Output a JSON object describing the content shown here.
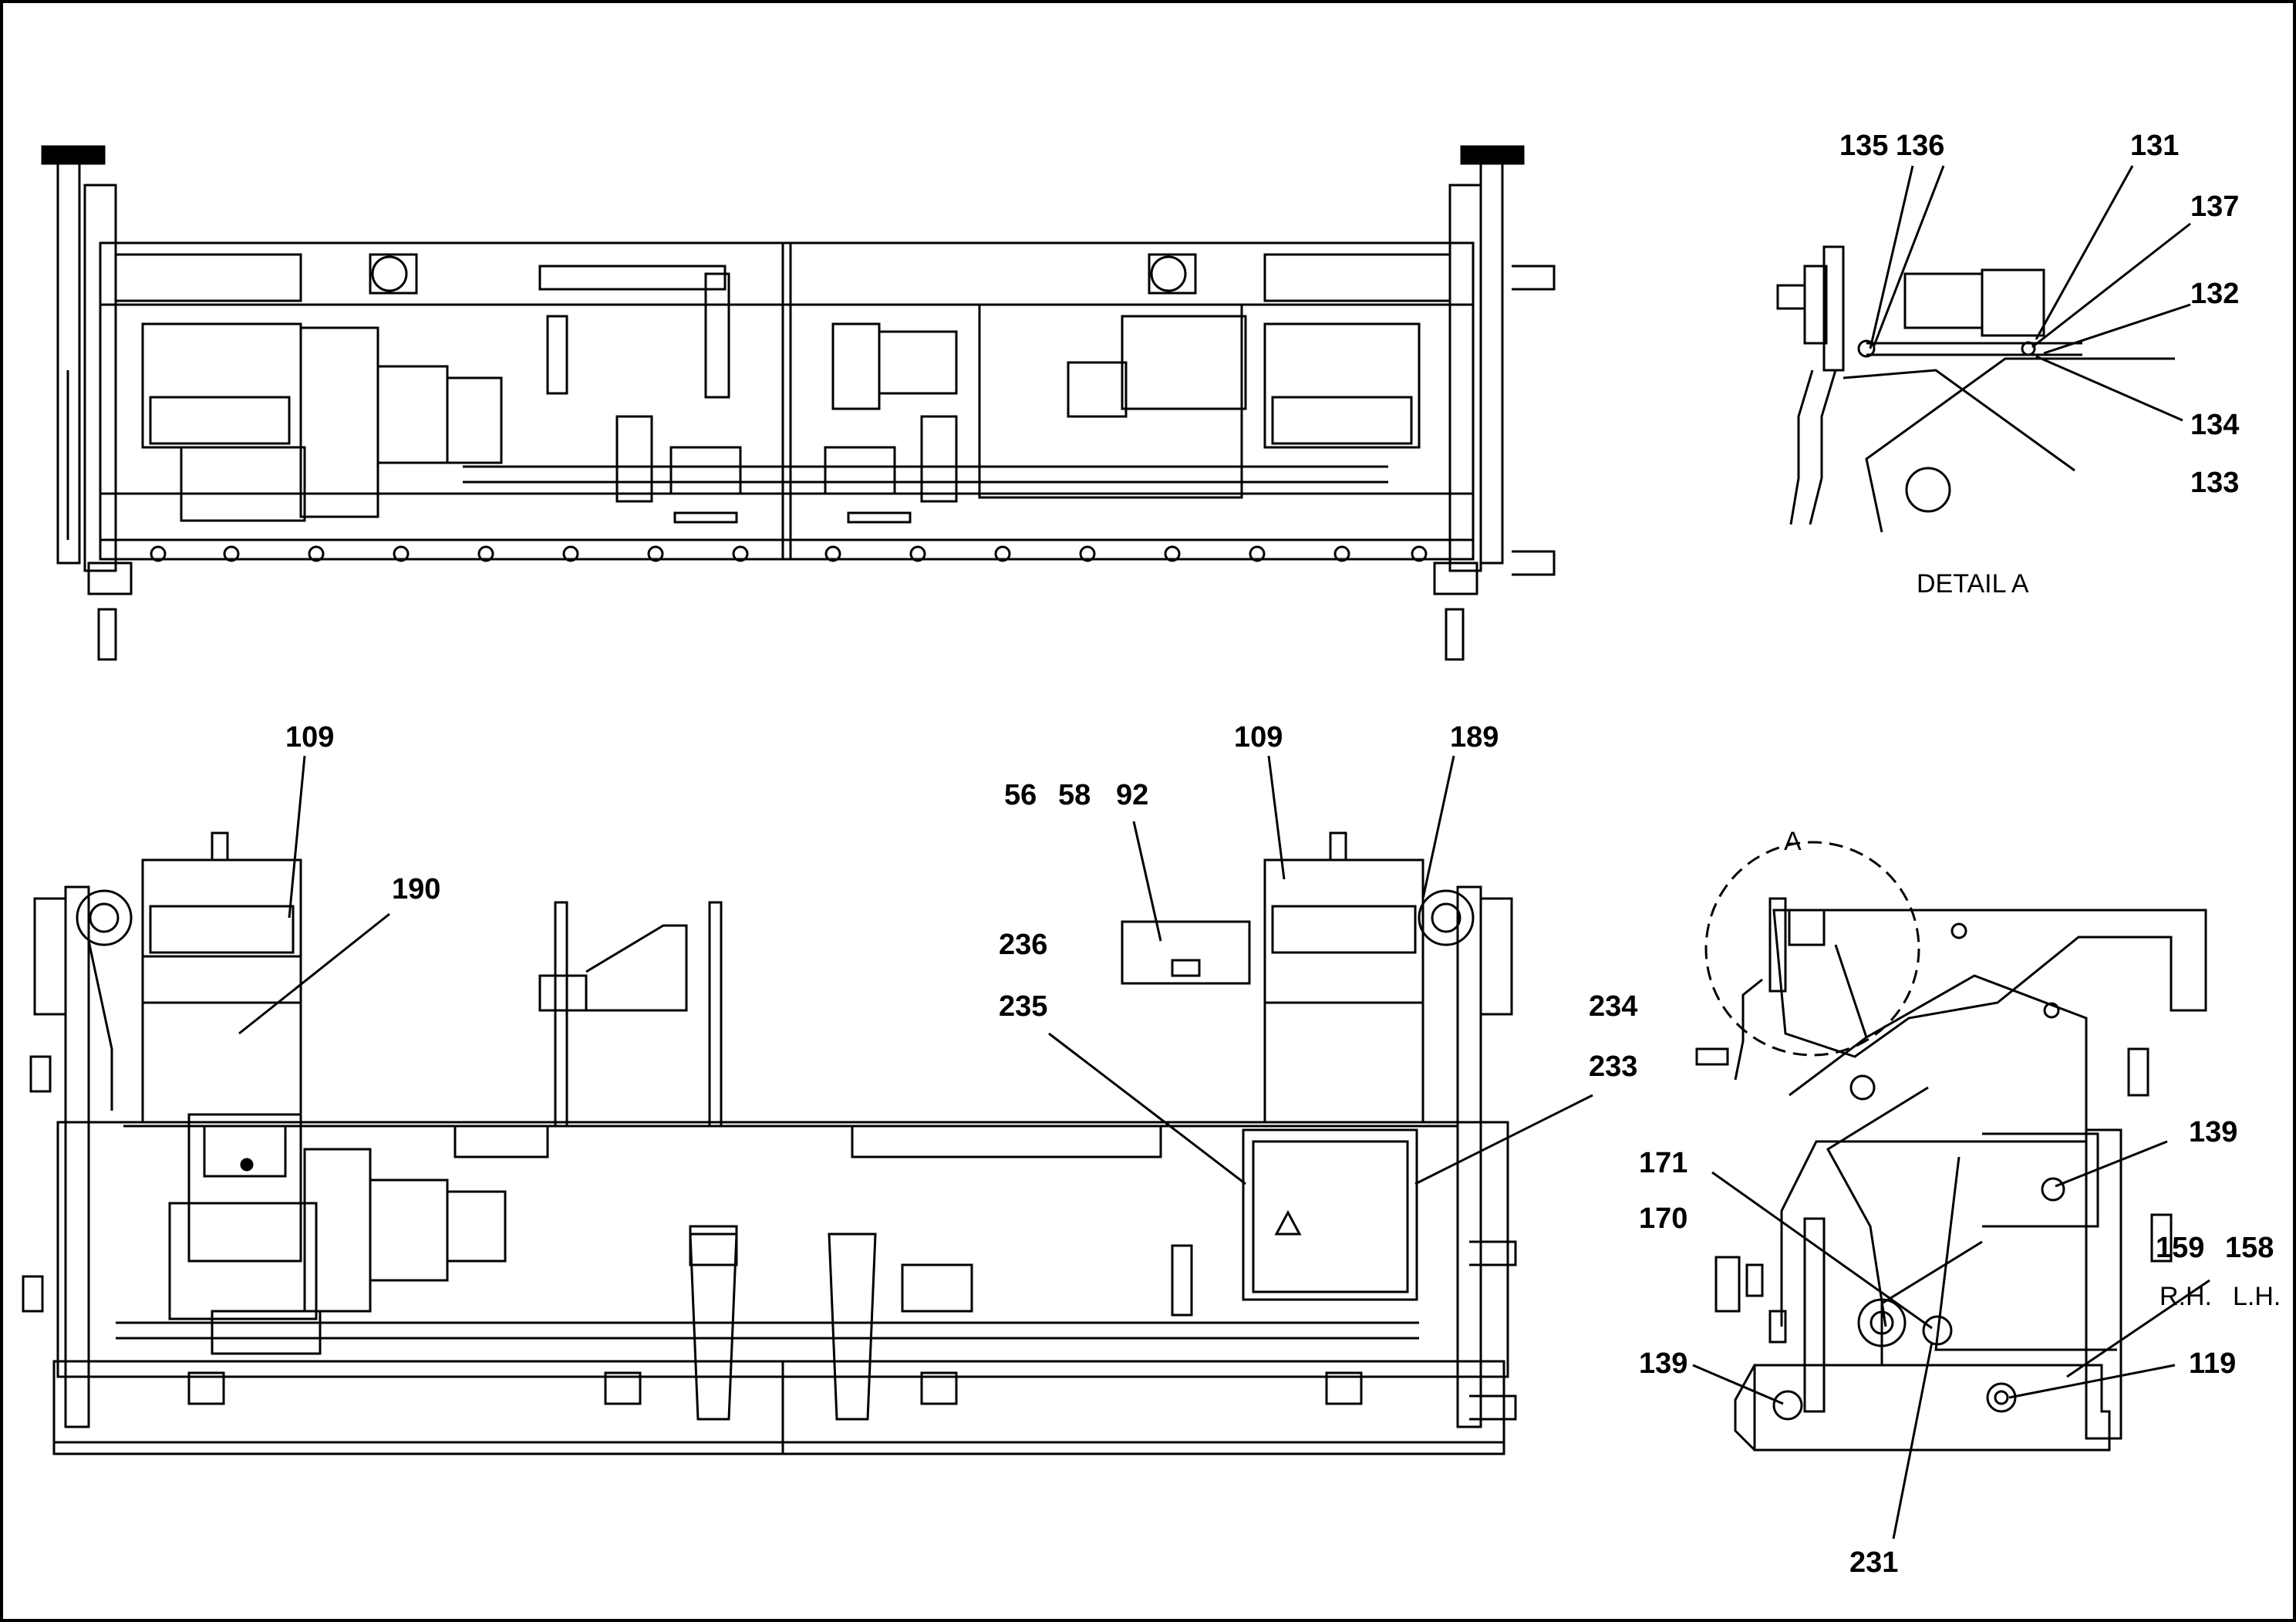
{
  "sheet": {
    "top_view": {},
    "detail_a": {
      "caption": "DETAIL A",
      "callouts": [
        "135",
        "136",
        "131",
        "137",
        "132",
        "134",
        "133"
      ]
    },
    "front_view": {
      "callouts": [
        "109",
        "109",
        "189",
        "190",
        "56",
        "58",
        "92",
        "236",
        "235",
        "234",
        "233"
      ]
    },
    "side_view": {
      "detail_marker": "A",
      "callouts": [
        "139",
        "171",
        "170",
        "159",
        "158",
        "139",
        "119",
        "231"
      ],
      "side_labels": [
        "R.H.",
        "L.H."
      ]
    }
  }
}
